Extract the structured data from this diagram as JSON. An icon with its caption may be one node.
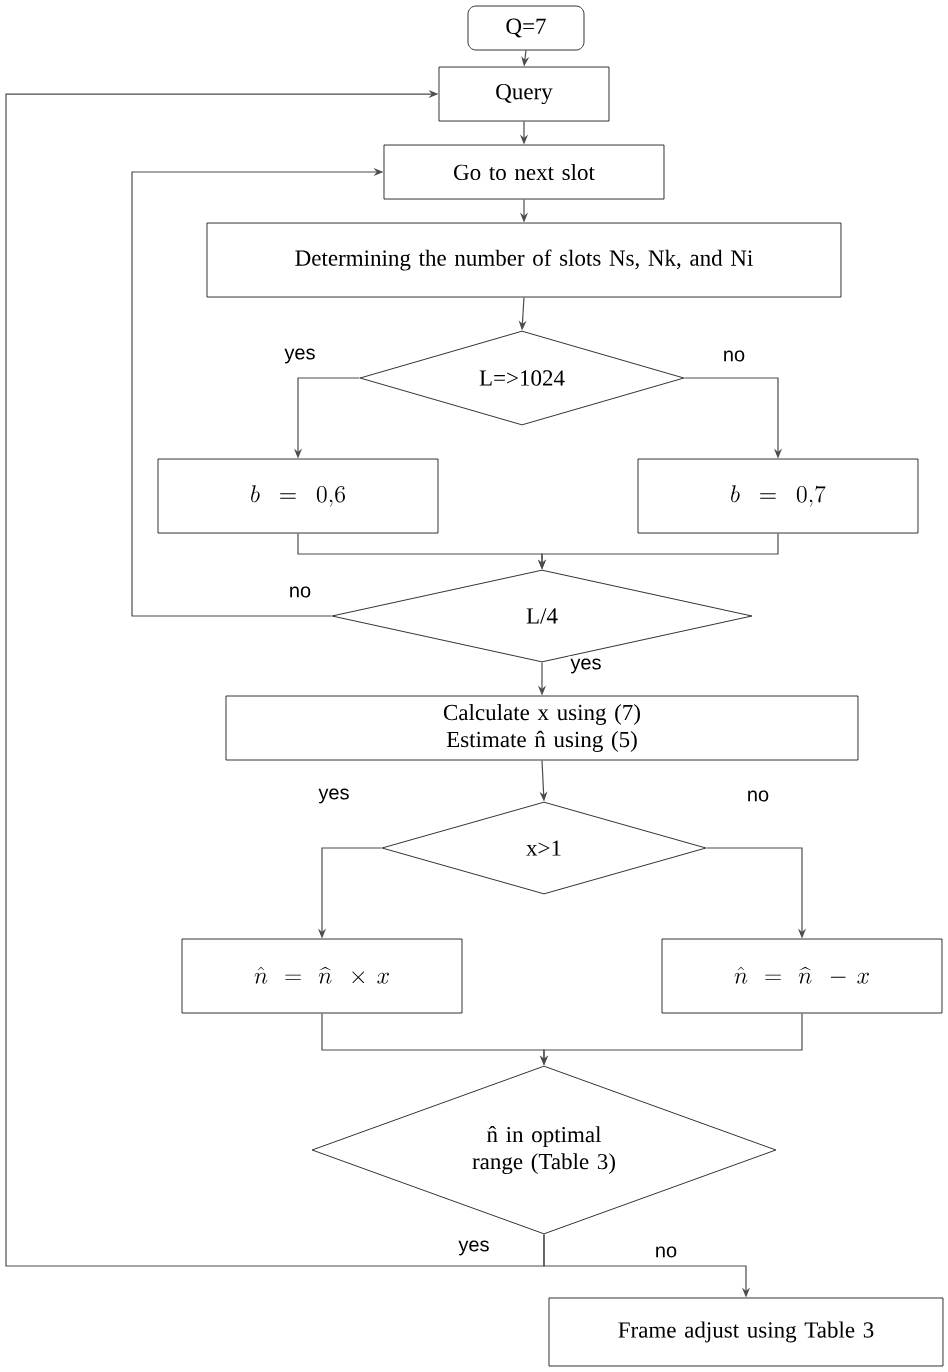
{
  "diagram": {
    "nodes": [
      {
        "text": [
          "Q=7"
        ]
      },
      {
        "text": [
          "Query"
        ]
      },
      {
        "text": [
          "Go to next slot"
        ]
      },
      {
        "text": [
          "Determining the number of slots Ns, Nk, and Ni"
        ]
      },
      {
        "text": [
          "L=>1024"
        ]
      },
      {
        "text": [
          "b = 0{,}6"
        ]
      },
      {
        "text": [
          "b = 0{,}7"
        ]
      },
      {
        "text": [
          "L/4"
        ]
      },
      {
        "text": [
          "Calculate x using (7)",
          "Estimate n̂ using (5)"
        ]
      },
      {
        "text": [
          "x>1"
        ]
      },
      {
        "text": [
          "\\hat{n} = \\widehat{n}\\ \\times x"
        ]
      },
      {
        "text": [
          "\\hat{n} = \\widehat{n}\\ - x"
        ]
      },
      {
        "text": [
          "n̂ in optimal range (Table 3)"
        ]
      },
      {
        "text": [
          "Frame adjust using Table 3"
        ]
      }
    ],
    "edges": [
      {
        "from": 0,
        "to": 1,
        "arrow": "to"
      },
      {
        "from": 1,
        "to": 2,
        "arrow": "to"
      },
      {
        "from": 2,
        "to": 3,
        "arrow": "to"
      },
      {
        "from": 3,
        "to": 4,
        "arrow": "to"
      },
      {
        "from": 4,
        "to": 5,
        "arrow": "to",
        "label": "yes"
      },
      {
        "from": 4,
        "to": 6,
        "arrow": "to",
        "label": "no"
      },
      {
        "from": 5,
        "to": 7,
        "arrow": "to"
      },
      {
        "from": 6,
        "to": 7,
        "arrow": "to"
      },
      {
        "from": 7,
        "to": 2,
        "arrow": "to",
        "label": "no"
      },
      {
        "from": 7,
        "to": 8,
        "arrow": "to",
        "label": "yes"
      },
      {
        "from": 8,
        "to": 9,
        "arrow": "to"
      },
      {
        "from": 9,
        "to": 10,
        "arrow": "to",
        "label": "yes"
      },
      {
        "from": 9,
        "to": 11,
        "arrow": "to",
        "label": "no"
      },
      {
        "from": 10,
        "to": 12,
        "arrow": "to"
      },
      {
        "from": 11,
        "to": 12,
        "arrow": "to"
      },
      {
        "from": 12,
        "to": 1,
        "arrow": "to",
        "label": "yes"
      },
      {
        "from": 12,
        "to": 13,
        "arrow": "to",
        "label": "no"
      }
    ]
  }
}
